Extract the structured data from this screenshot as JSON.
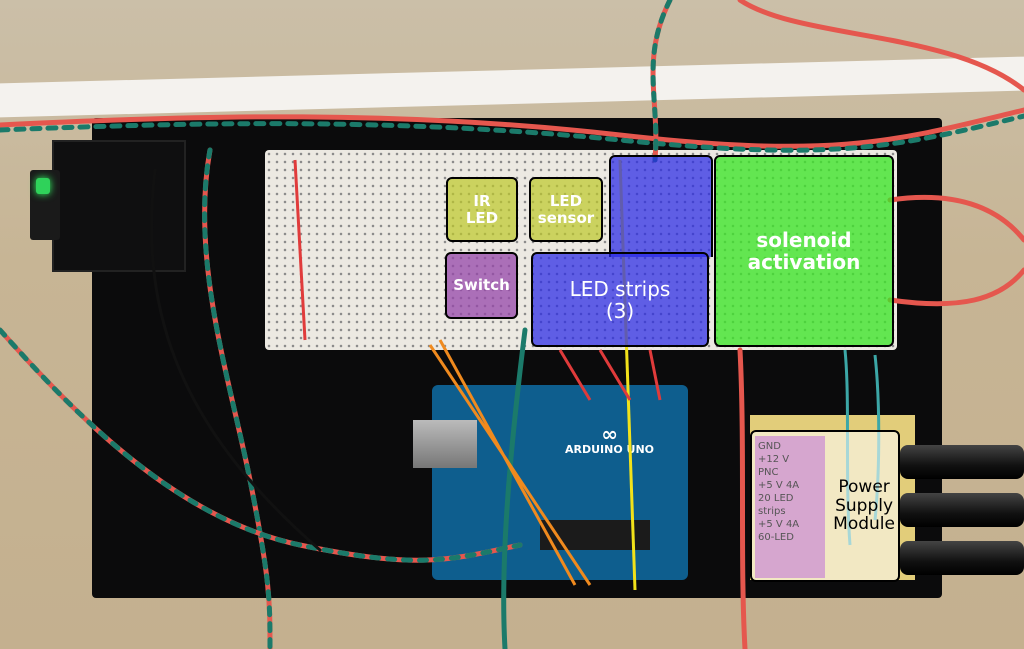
{
  "labels": {
    "ir_led": "IR\nLED",
    "led_sensor": "LED\nsensor",
    "switch": "Switch",
    "led_strips": "LED strips\n(3)",
    "solenoid": "solenoid\nactivation",
    "power_supply": "Power\nSupply\nModule"
  },
  "arduino": {
    "brand": "ARDUINO",
    "model": "UNO"
  },
  "power_module_note": "GND\n+12 V\nPNC\n+5 V 4A\n20 LED\nstrips\n+5 V 4A\n60-LED",
  "colors": {
    "ir_sensor_overlay": "#bec828",
    "switch_overlay": "#9646aa",
    "strips_overlay": "#2828e6",
    "solenoid_overlay": "#3ce628"
  }
}
